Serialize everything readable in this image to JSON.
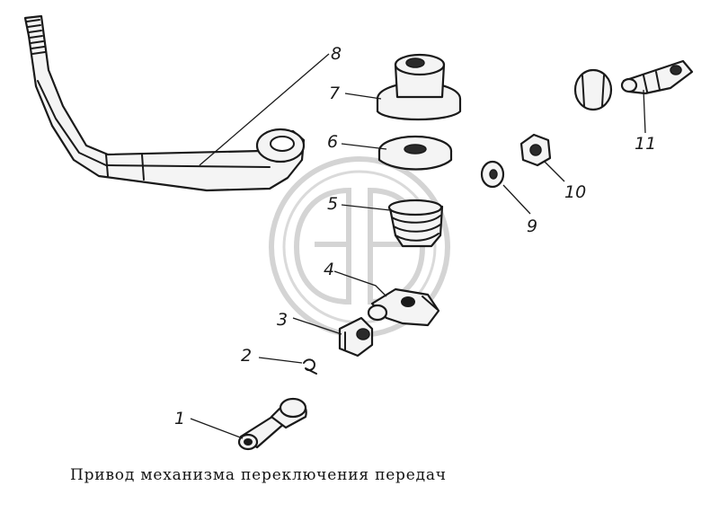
{
  "diagram": {
    "caption": "Привод механизма переключения передач",
    "labels": {
      "p1": "1",
      "p2": "2",
      "p3": "3",
      "p4": "4",
      "p5": "5",
      "p6": "6",
      "p7": "7",
      "p8": "8",
      "p9": "9",
      "p10": "10",
      "p11": "11"
    }
  }
}
